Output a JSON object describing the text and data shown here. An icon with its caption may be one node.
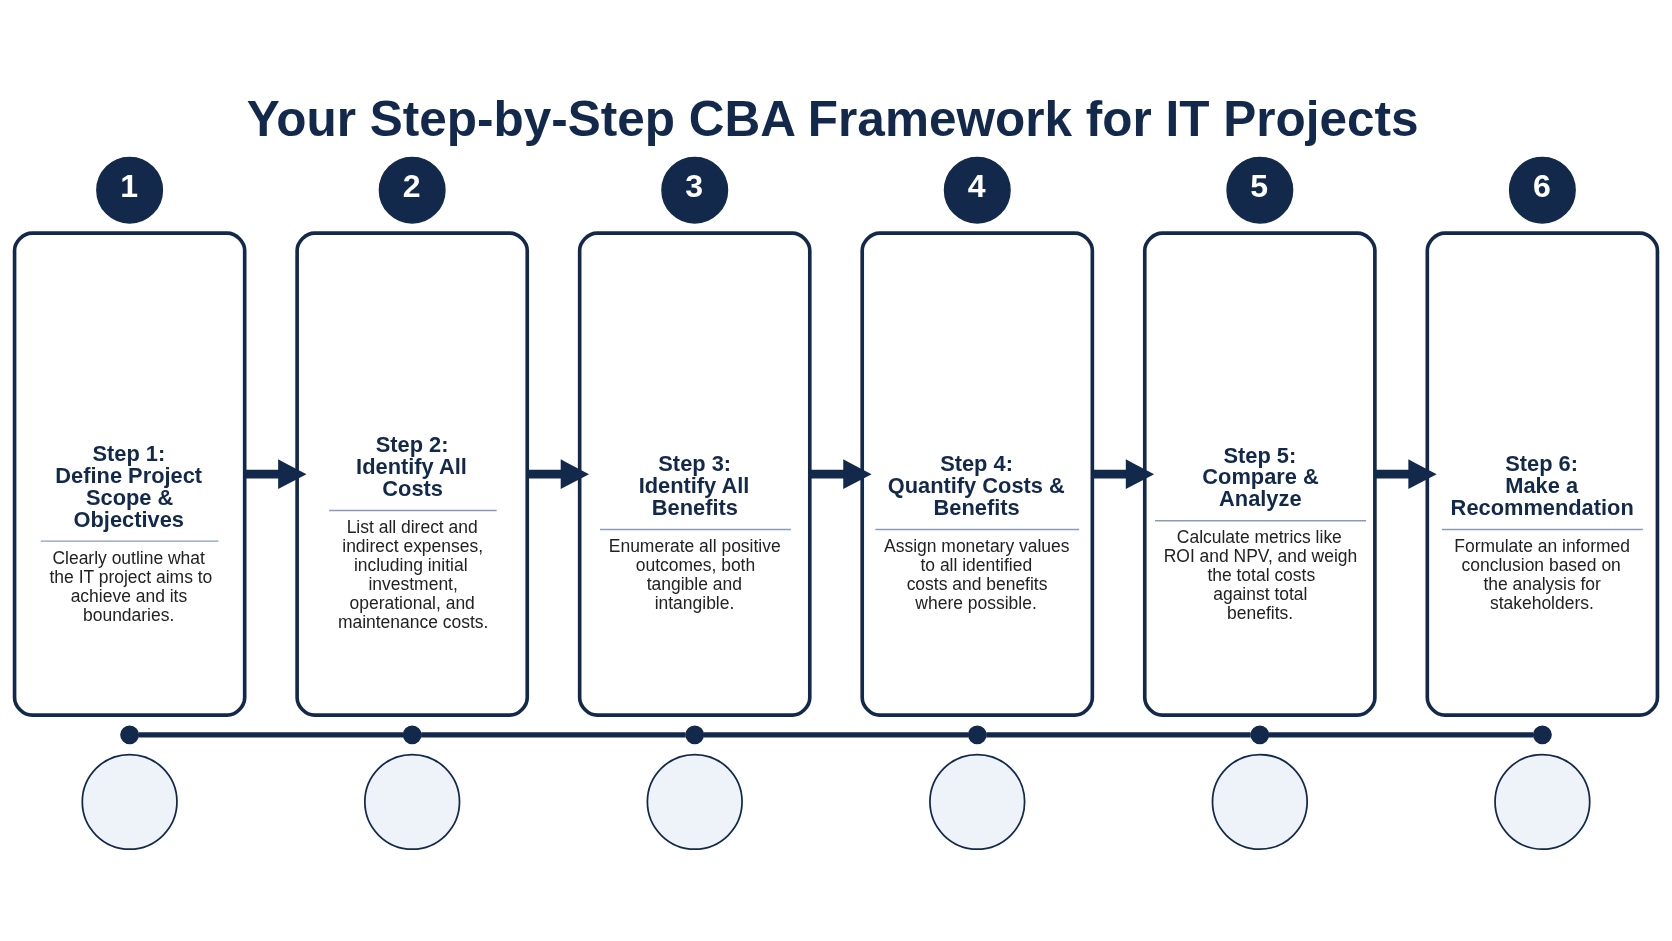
{
  "diagram": {
    "title": "Your Step-by-Step CBA Framework for IT Projects",
    "nodes": [
      {
        "text": [
          "1"
        ]
      },
      {
        "text": [
          "Step 1: Define Project Scope & Objectives",
          "Clearly outline what the IT project aims to achieve and its boundaries."
        ]
      },
      {
        "text": [
          "2"
        ]
      },
      {
        "text": [
          "Step 2: Identify All Costs",
          "List all direct and indirect expenses, including initial investment, operational, and maintenance costs."
        ]
      },
      {
        "text": [
          "3"
        ]
      },
      {
        "text": [
          "Step 3: Identify All Benefits",
          "Enumerate all positive outcomes, both tangible and intangible."
        ]
      },
      {
        "text": [
          "4"
        ]
      },
      {
        "text": [
          "Step 4: Quantify Costs & Benefits",
          "Assign monetary values to all identified costs and benefits where possible."
        ]
      },
      {
        "text": [
          "5"
        ]
      },
      {
        "text": [
          "Step 5: Compare & Analyze",
          "Calculate metrics like ROI and NPV, and weigh the total costs against total benefits."
        ]
      },
      {
        "text": [
          "6"
        ]
      },
      {
        "text": [
          "Step 6: Make a Recommendation",
          "Formulate an informed conclusion based on the analysis for stakeholders."
        ]
      },
      {
        "text": [],
        "shape": "circle"
      },
      {
        "text": [],
        "shape": "circle"
      },
      {
        "text": [],
        "shape": "circle"
      },
      {
        "text": [],
        "shape": "circle"
      },
      {
        "text": [],
        "shape": "circle"
      },
      {
        "text": [],
        "shape": "circle"
      },
      {
        "text": [],
        "shape": "circle"
      },
      {
        "text": [],
        "shape": "circle"
      },
      {
        "text": [],
        "shape": "circle"
      },
      {
        "text": [],
        "shape": "circle"
      },
      {
        "text": [],
        "shape": "circle"
      },
      {
        "text": [],
        "shape": "circle"
      }
    ],
    "edges": [
      {
        "from": 1,
        "to": 3,
        "arrow": "to"
      },
      {
        "from": 3,
        "to": 5,
        "arrow": "to"
      },
      {
        "from": 5,
        "to": 7,
        "arrow": "to"
      },
      {
        "from": 7,
        "to": 9,
        "arrow": "to"
      },
      {
        "from": 9,
        "to": 11,
        "arrow": "to"
      },
      {
        "from": 12,
        "to": 13,
        "arrow": "none"
      },
      {
        "from": 13,
        "to": 14,
        "arrow": "none"
      },
      {
        "from": 14,
        "to": 15,
        "arrow": "none"
      },
      {
        "from": 15,
        "to": 16,
        "arrow": "none"
      },
      {
        "from": 16,
        "to": 17,
        "arrow": "none"
      }
    ]
  }
}
